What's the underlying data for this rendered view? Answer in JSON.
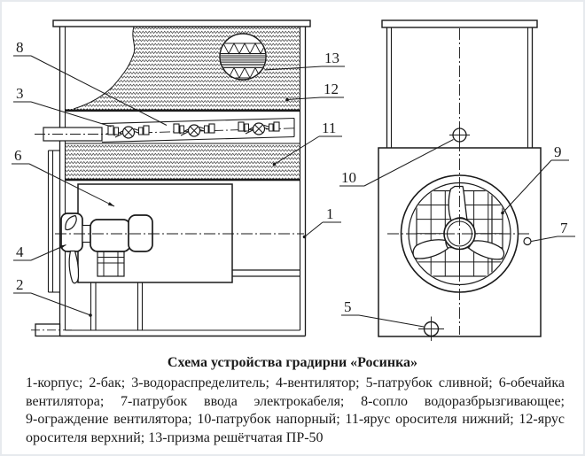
{
  "colors": {
    "line": "#1a1a1a",
    "background": "#ffffff",
    "frame": "#e7eaee"
  },
  "labels": {
    "l1": "1",
    "l2": "2",
    "l3": "3",
    "l4": "4",
    "l5": "5",
    "l6": "6",
    "l7": "7",
    "l8": "8",
    "l9": "9",
    "l10": "10",
    "l11": "11",
    "l12": "12",
    "l13": "13"
  },
  "caption": {
    "title": "Схема устройства градирни «Росинка»",
    "lines": [
      "1-корпус; 2-бак; 3-водораспределитель; 4-вентилятор; 5-патрубок сливной; 6-обечайка",
      "вентилятора; 7-патрубок ввода электрокабеля; 8-сопло водоразбрызгивающее;",
      "9-ограждение вентилятора; 10-патрубок напорный; 11-ярус оросителя нижний; 12-ярус",
      "оросителя верхний; 13-призма решётчатая ПР-50"
    ]
  },
  "parts": [
    {
      "num": "1",
      "name": "корпус"
    },
    {
      "num": "2",
      "name": "бак"
    },
    {
      "num": "3",
      "name": "водораспределитель"
    },
    {
      "num": "4",
      "name": "вентилятор"
    },
    {
      "num": "5",
      "name": "патрубок сливной"
    },
    {
      "num": "6",
      "name": "обечайка вентилятора"
    },
    {
      "num": "7",
      "name": "патрубок ввода электрокабеля"
    },
    {
      "num": "8",
      "name": "сопло водоразбрызгивающее"
    },
    {
      "num": "9",
      "name": "ограждение вентилятора"
    },
    {
      "num": "10",
      "name": "патрубок напорный"
    },
    {
      "num": "11",
      "name": "ярус оросителя нижний"
    },
    {
      "num": "12",
      "name": "ярус оросителя верхний"
    },
    {
      "num": "13",
      "name": "призма решётчатая ПР-50"
    }
  ]
}
